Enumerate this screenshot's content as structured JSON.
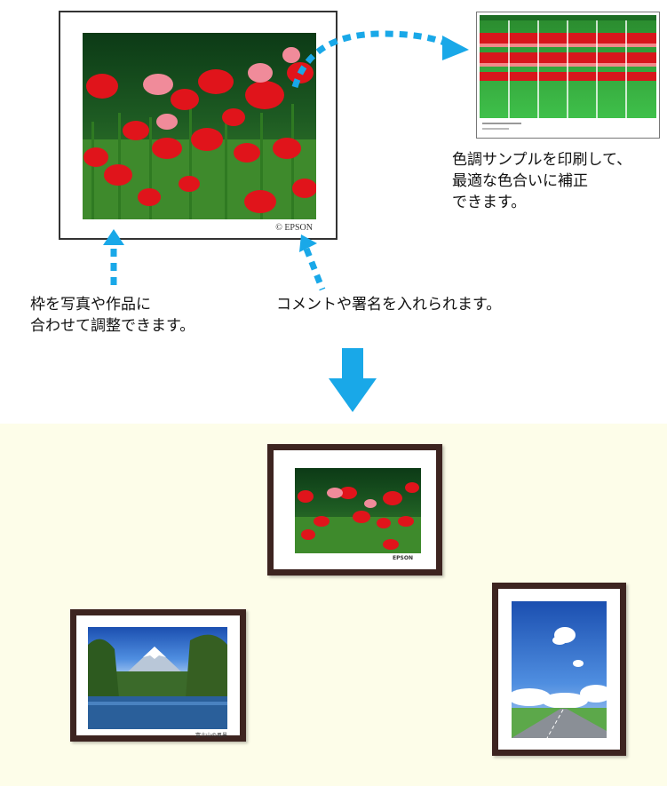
{
  "main_print": {
    "credit": "© EPSON"
  },
  "captions": {
    "tone_sample": [
      "色調サンプルを印刷して、",
      "最適な色合いに補正",
      "できます。"
    ],
    "frame_adjust": [
      "枠を写真や作品に",
      "合わせて調整できます。"
    ],
    "comment_signature": "コメントや署名を入れられます。"
  },
  "framed_prints": {
    "poppy_credit": "EPSON",
    "landscape_credit": "富士山の風景"
  },
  "colors": {
    "arrow": "#19a8e8",
    "wall": "#fdfde9",
    "frame": "#3d2420"
  },
  "icons": {
    "curved_arrow": "dotted-curved-arrow-icon",
    "down_arrow": "down-arrow-icon"
  }
}
